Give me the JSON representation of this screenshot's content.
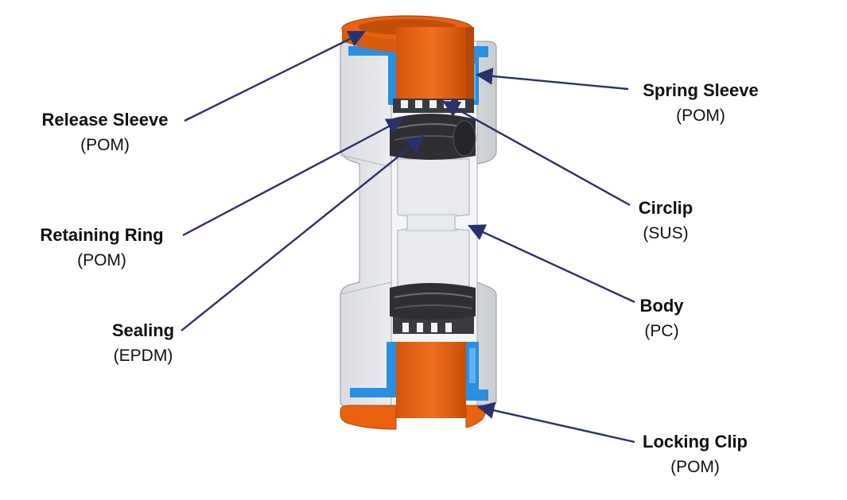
{
  "colors": {
    "orange": "#e8620f",
    "orange_dark": "#b84606",
    "blue": "#2a8fe0",
    "body_grey": "#e4e6e9",
    "leader": "#28316e",
    "seal": "#2f2f33"
  },
  "labels": {
    "release_sleeve": {
      "name": "Release Sleeve",
      "material": "(POM)"
    },
    "retaining_ring": {
      "name": "Retaining Ring",
      "material": "(POM)"
    },
    "sealing": {
      "name": "Sealing",
      "material": "(EPDM)"
    },
    "spring_sleeve": {
      "name": "Spring Sleeve",
      "material": "(POM)"
    },
    "circlip": {
      "name": "Circlip",
      "material": "(SUS)"
    },
    "body": {
      "name": "Body",
      "material": "(PC)"
    },
    "locking_clip": {
      "name": "Locking Clip",
      "material": "(POM)"
    }
  }
}
